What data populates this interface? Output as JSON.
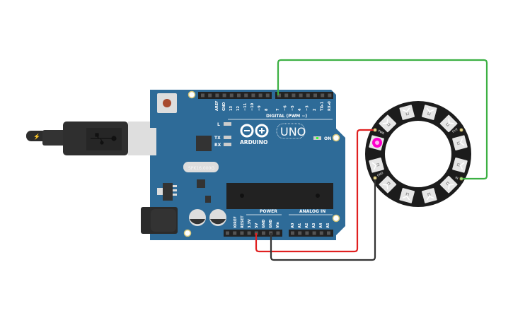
{
  "board": {
    "brand": "ARDUINO",
    "model": "UNO",
    "digital_header_label": "DIGITAL (PWM ~)",
    "digital_pins": [
      "AREF",
      "GND",
      "13",
      "12",
      "~11",
      "~10",
      "~9",
      "8",
      "7",
      "~6",
      "~5",
      "4",
      "~3",
      "2",
      "TX▸1",
      "RX◂0"
    ],
    "power_header_label": "POWER",
    "power_pins": [
      "IOREF",
      "RESET",
      "3.3V",
      "5V",
      "GND",
      "GND",
      "Vin"
    ],
    "analog_header_label": "ANALOG IN",
    "analog_pins": [
      "A0",
      "A1",
      "A2",
      "A3",
      "A4",
      "A5"
    ],
    "led_labels": {
      "l": "L",
      "tx": "TX",
      "rx": "RX",
      "on": "ON"
    },
    "crystal_text": "SPK16.000G",
    "color": "#2e6b98"
  },
  "ring": {
    "pad_labels": {
      "pwr": "PWR",
      "gnd": "GND",
      "in": "IN",
      "out": "OUT"
    },
    "pixel_count": 12,
    "lit_pixel_color": "#ff00cc"
  },
  "wires": {
    "power": "#e02020",
    "ground": "#333333",
    "data": "#3cb043"
  }
}
